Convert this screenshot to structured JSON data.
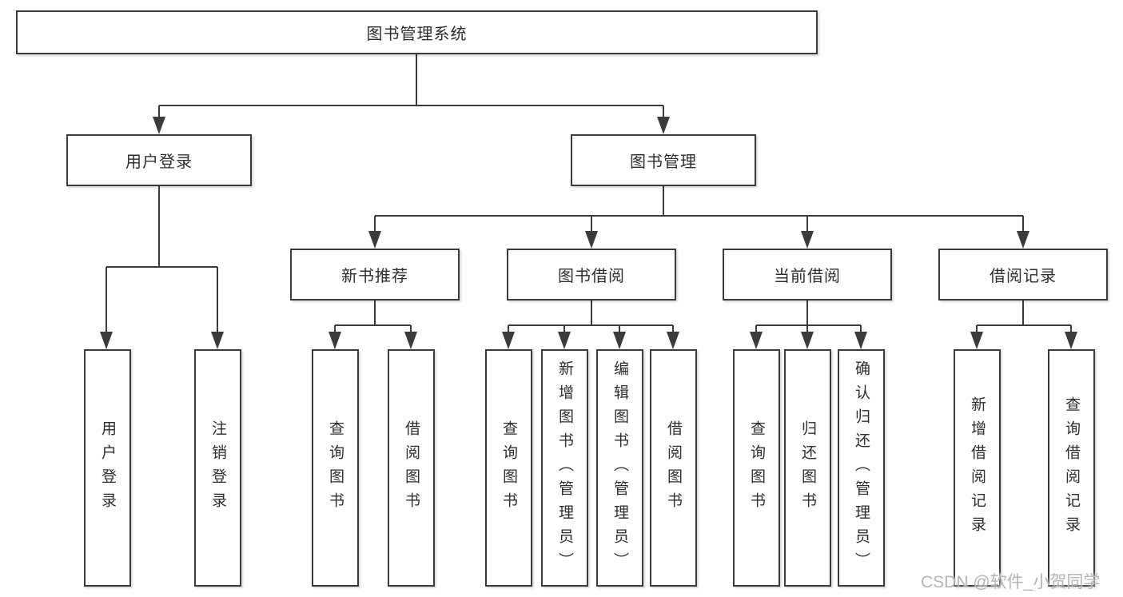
{
  "diagram": {
    "root": "图书管理系统",
    "level2": {
      "user_login": "用户登录",
      "book_mgmt": "图书管理"
    },
    "level3": {
      "new_book": "新书推荐",
      "borrow": "图书借阅",
      "current": "当前借阅",
      "records": "借阅记录"
    },
    "leaves": {
      "user_login": [
        "用户登录",
        "注销登录"
      ],
      "new_book": [
        "查询图书",
        "借阅图书"
      ],
      "borrow": [
        "查询图书",
        "新增图书（管理员）",
        "编辑图书（管理员）",
        "借阅图书"
      ],
      "current": [
        "查询图书",
        "归还图书",
        "确认归还（管理员）"
      ],
      "records": [
        "新增借阅记录",
        "查询借阅记录"
      ]
    }
  },
  "watermark": "CSDN @软件_小贺同学",
  "colors": {
    "line": "#3b3b3b",
    "text": "#2d2d2d",
    "watermark": "#b5b5b5",
    "background": "#ffffff"
  }
}
